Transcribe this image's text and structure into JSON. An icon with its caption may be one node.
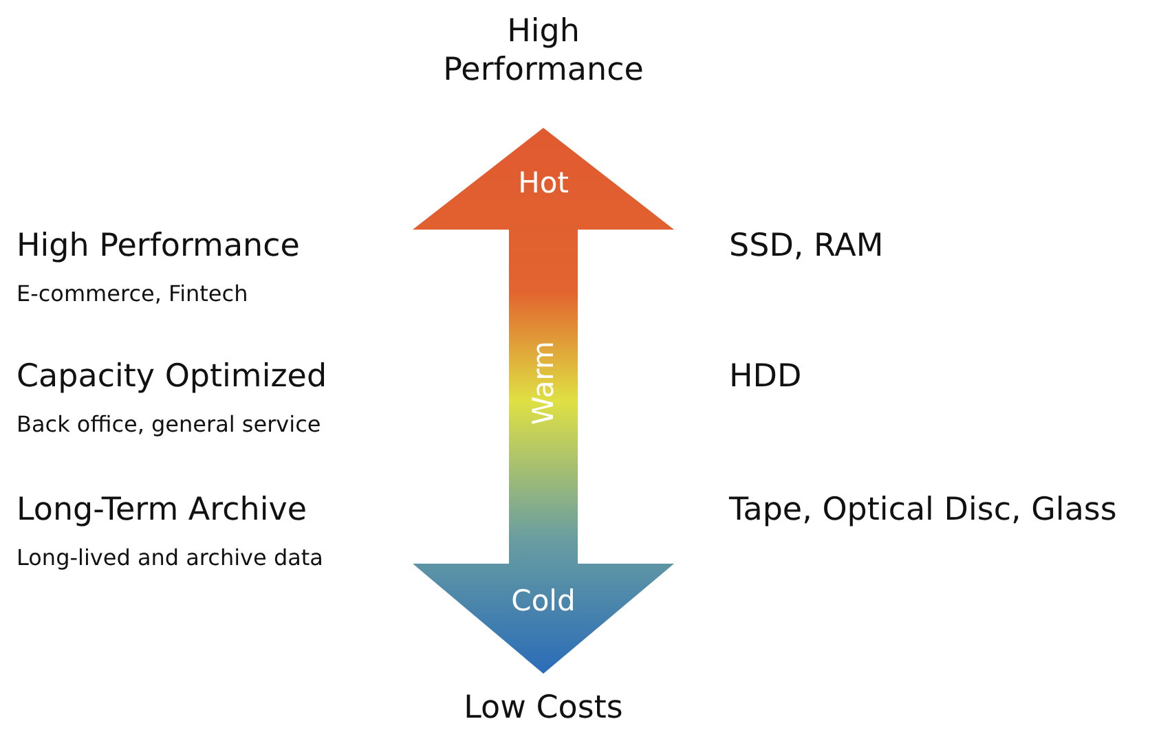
{
  "diagram": {
    "labels": [
      "High Performance",
      "Hot",
      "High Performance",
      "E-commerce, Fintech",
      "SSD, RAM",
      "Warm",
      "Capacity Optimized",
      "Back office, general service",
      "HDD",
      "Long-Term Archive",
      "Long-lived and archive data",
      "Tape, Optical Disc, Glass",
      "Cold",
      "Low Costs"
    ]
  }
}
